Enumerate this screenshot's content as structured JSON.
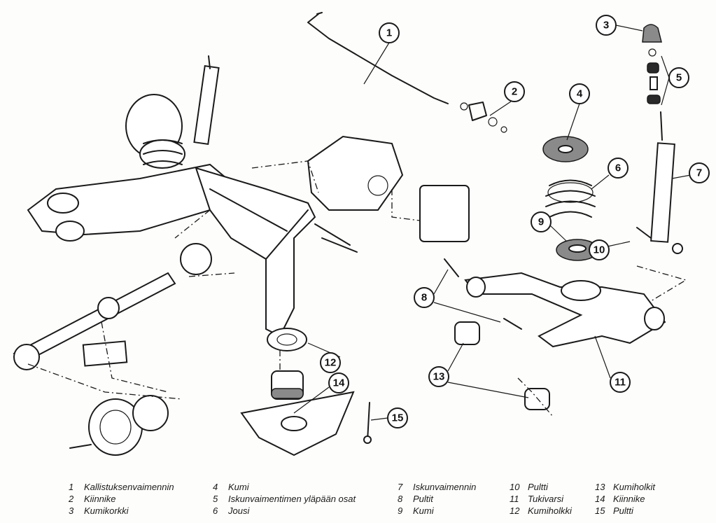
{
  "callouts": [
    "1",
    "2",
    "3",
    "4",
    "5",
    "6",
    "7",
    "8",
    "9",
    "10",
    "11",
    "12",
    "13",
    "14",
    "15"
  ],
  "legend": [
    {
      "num": "1",
      "label": "Kallistuksenvaimennin"
    },
    {
      "num": "2",
      "label": "Kiinnike"
    },
    {
      "num": "3",
      "label": "Kumikorkki"
    },
    {
      "num": "4",
      "label": "Kumi"
    },
    {
      "num": "5",
      "label": "Iskunvaimentimen yläpään osat"
    },
    {
      "num": "6",
      "label": "Jousi"
    },
    {
      "num": "7",
      "label": "Iskunvaimennin"
    },
    {
      "num": "8",
      "label": "Pultit"
    },
    {
      "num": "9",
      "label": "Kumi"
    },
    {
      "num": "10",
      "label": "Pultti"
    },
    {
      "num": "11",
      "label": "Tukivarsi"
    },
    {
      "num": "12",
      "label": "Kumiholkki"
    },
    {
      "num": "13",
      "label": "Kumiholkit"
    },
    {
      "num": "14",
      "label": "Kiinnike"
    },
    {
      "num": "15",
      "label": "Pultti"
    }
  ]
}
